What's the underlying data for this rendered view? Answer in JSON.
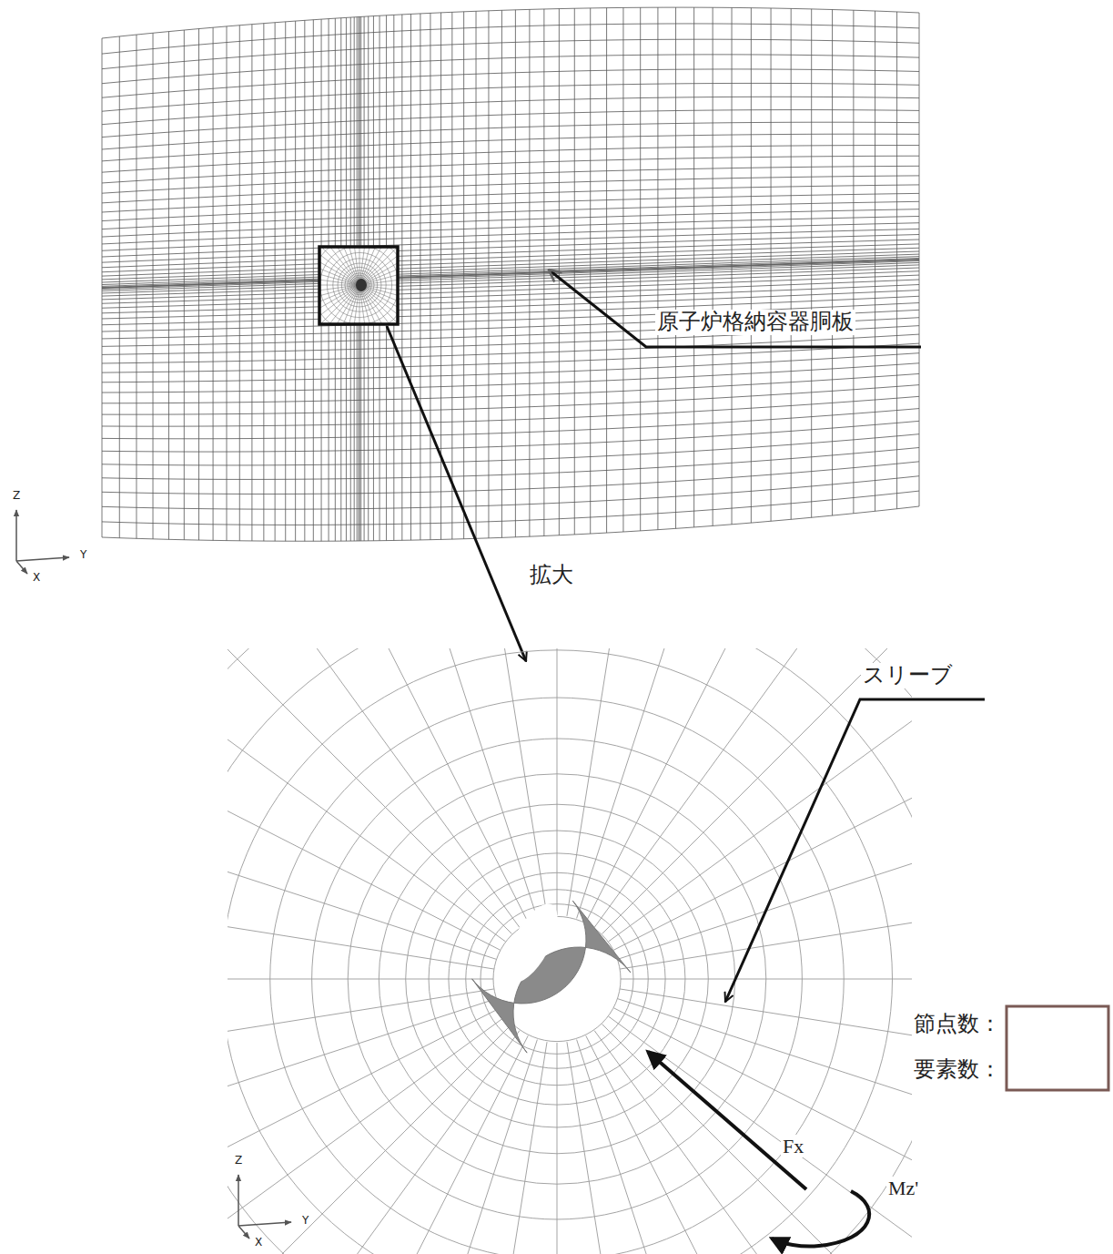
{
  "diagram": {
    "labels": [
      "原子炉格納容器胴板",
      "拡大",
      "スリーブ",
      "節点数：",
      "要素数：",
      "Fx",
      "Mz'",
      "Z",
      "Y",
      "X",
      "Z",
      "Y",
      "X"
    ]
  }
}
